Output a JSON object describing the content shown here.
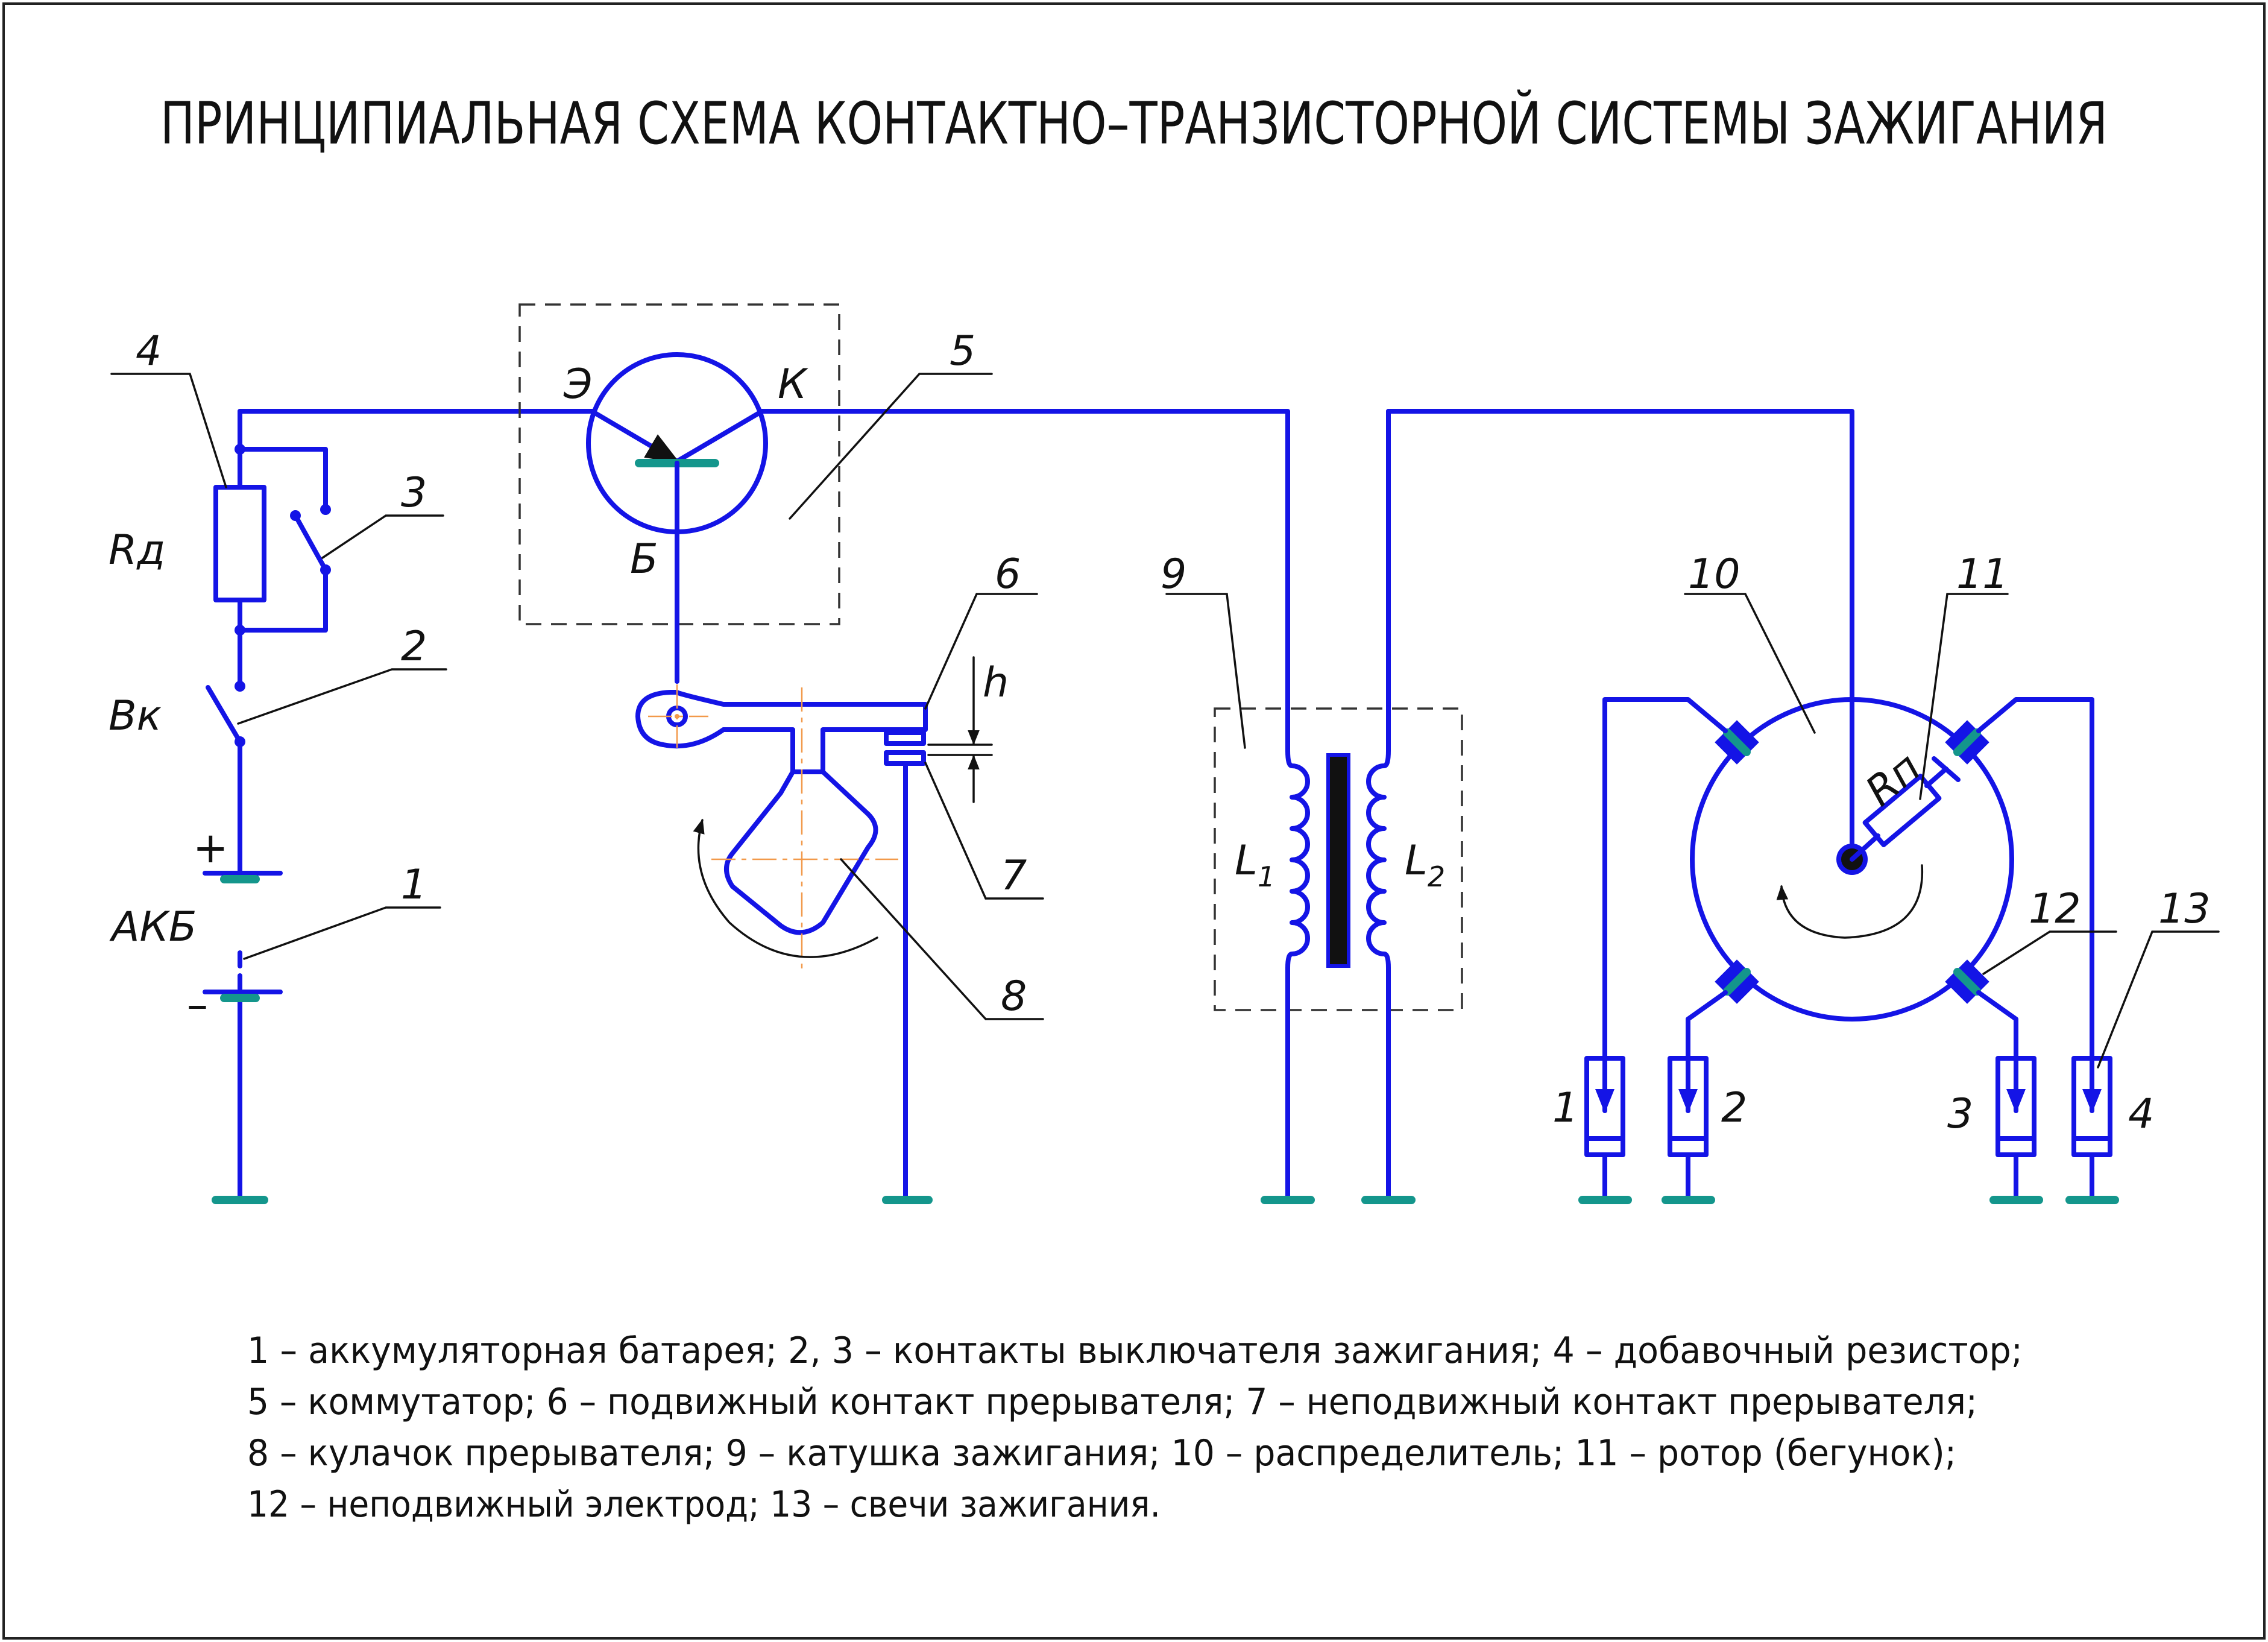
{
  "title": "ПРИНЦИПИАЛЬНАЯ СХЕМА КОНТАКТНО–ТРАНЗИСТОРНОЙ СИСТЕМЫ ЗАЖИГАНИЯ",
  "labels": {
    "rd": "Rд",
    "vk": "Вк",
    "akb": "АКБ",
    "plus": "+",
    "minus": "–",
    "emitter": "Э",
    "collector": "К",
    "base": "Б",
    "l1_main": "L",
    "l1_sub": "1",
    "l2_main": "L",
    "l2_sub": "2",
    "rp": "Rп",
    "h": "h"
  },
  "callouts": [
    "1",
    "2",
    "3",
    "4",
    "5",
    "6",
    "7",
    "8",
    "9",
    "10",
    "11",
    "12",
    "13"
  ],
  "spark_plugs": [
    "1",
    "2",
    "3",
    "4"
  ],
  "legend": [
    "1 – аккумуляторная батарея; 2, 3 – контакты выключателя зажигания; 4 – добавочный резистор;",
    "5 – коммутатор; 6 – подвижный контакт прерывателя; 7 – неподвижный контакт прерывателя;",
    "8 – кулачок прерывателя; 9 – катушка зажигания; 10 – распределитель; 11 – ротор (бегунок);",
    "12 – неподвижный электрод; 13 – свечи зажигания."
  ],
  "colors": {
    "wire": "#1414e6",
    "ground": "#14968c",
    "line": "#111111",
    "centerline": "#f2994a"
  }
}
